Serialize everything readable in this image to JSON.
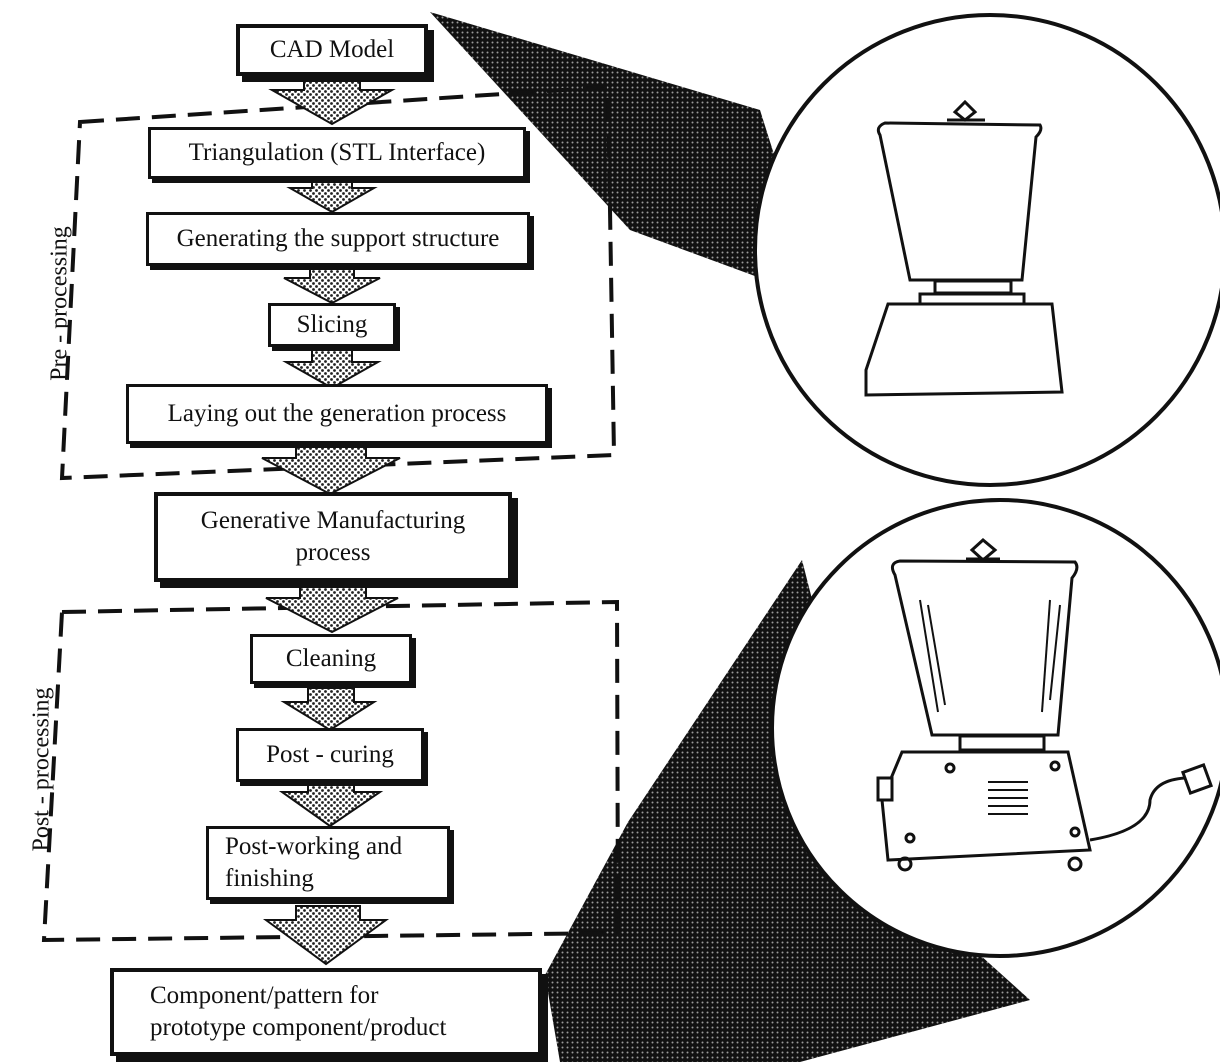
{
  "diagram": {
    "start_node": "CAD Model",
    "pre_processing": {
      "group_label": "Pre - processing",
      "steps": [
        "Triangulation (STL Interface)",
        "Generating the support structure",
        "Slicing",
        "Laying out the generation process"
      ]
    },
    "manufacturing": {
      "line1": "Generative Manufacturing",
      "line2": "process"
    },
    "post_processing": {
      "group_label": "Post - processing",
      "steps": [
        "Cleaning",
        "Post - curing"
      ],
      "finishing": {
        "line1": "Post-working and",
        "line2": "finishing"
      }
    },
    "end_node": {
      "line1": "Component/pattern for",
      "line2": "prototype component/product"
    }
  }
}
